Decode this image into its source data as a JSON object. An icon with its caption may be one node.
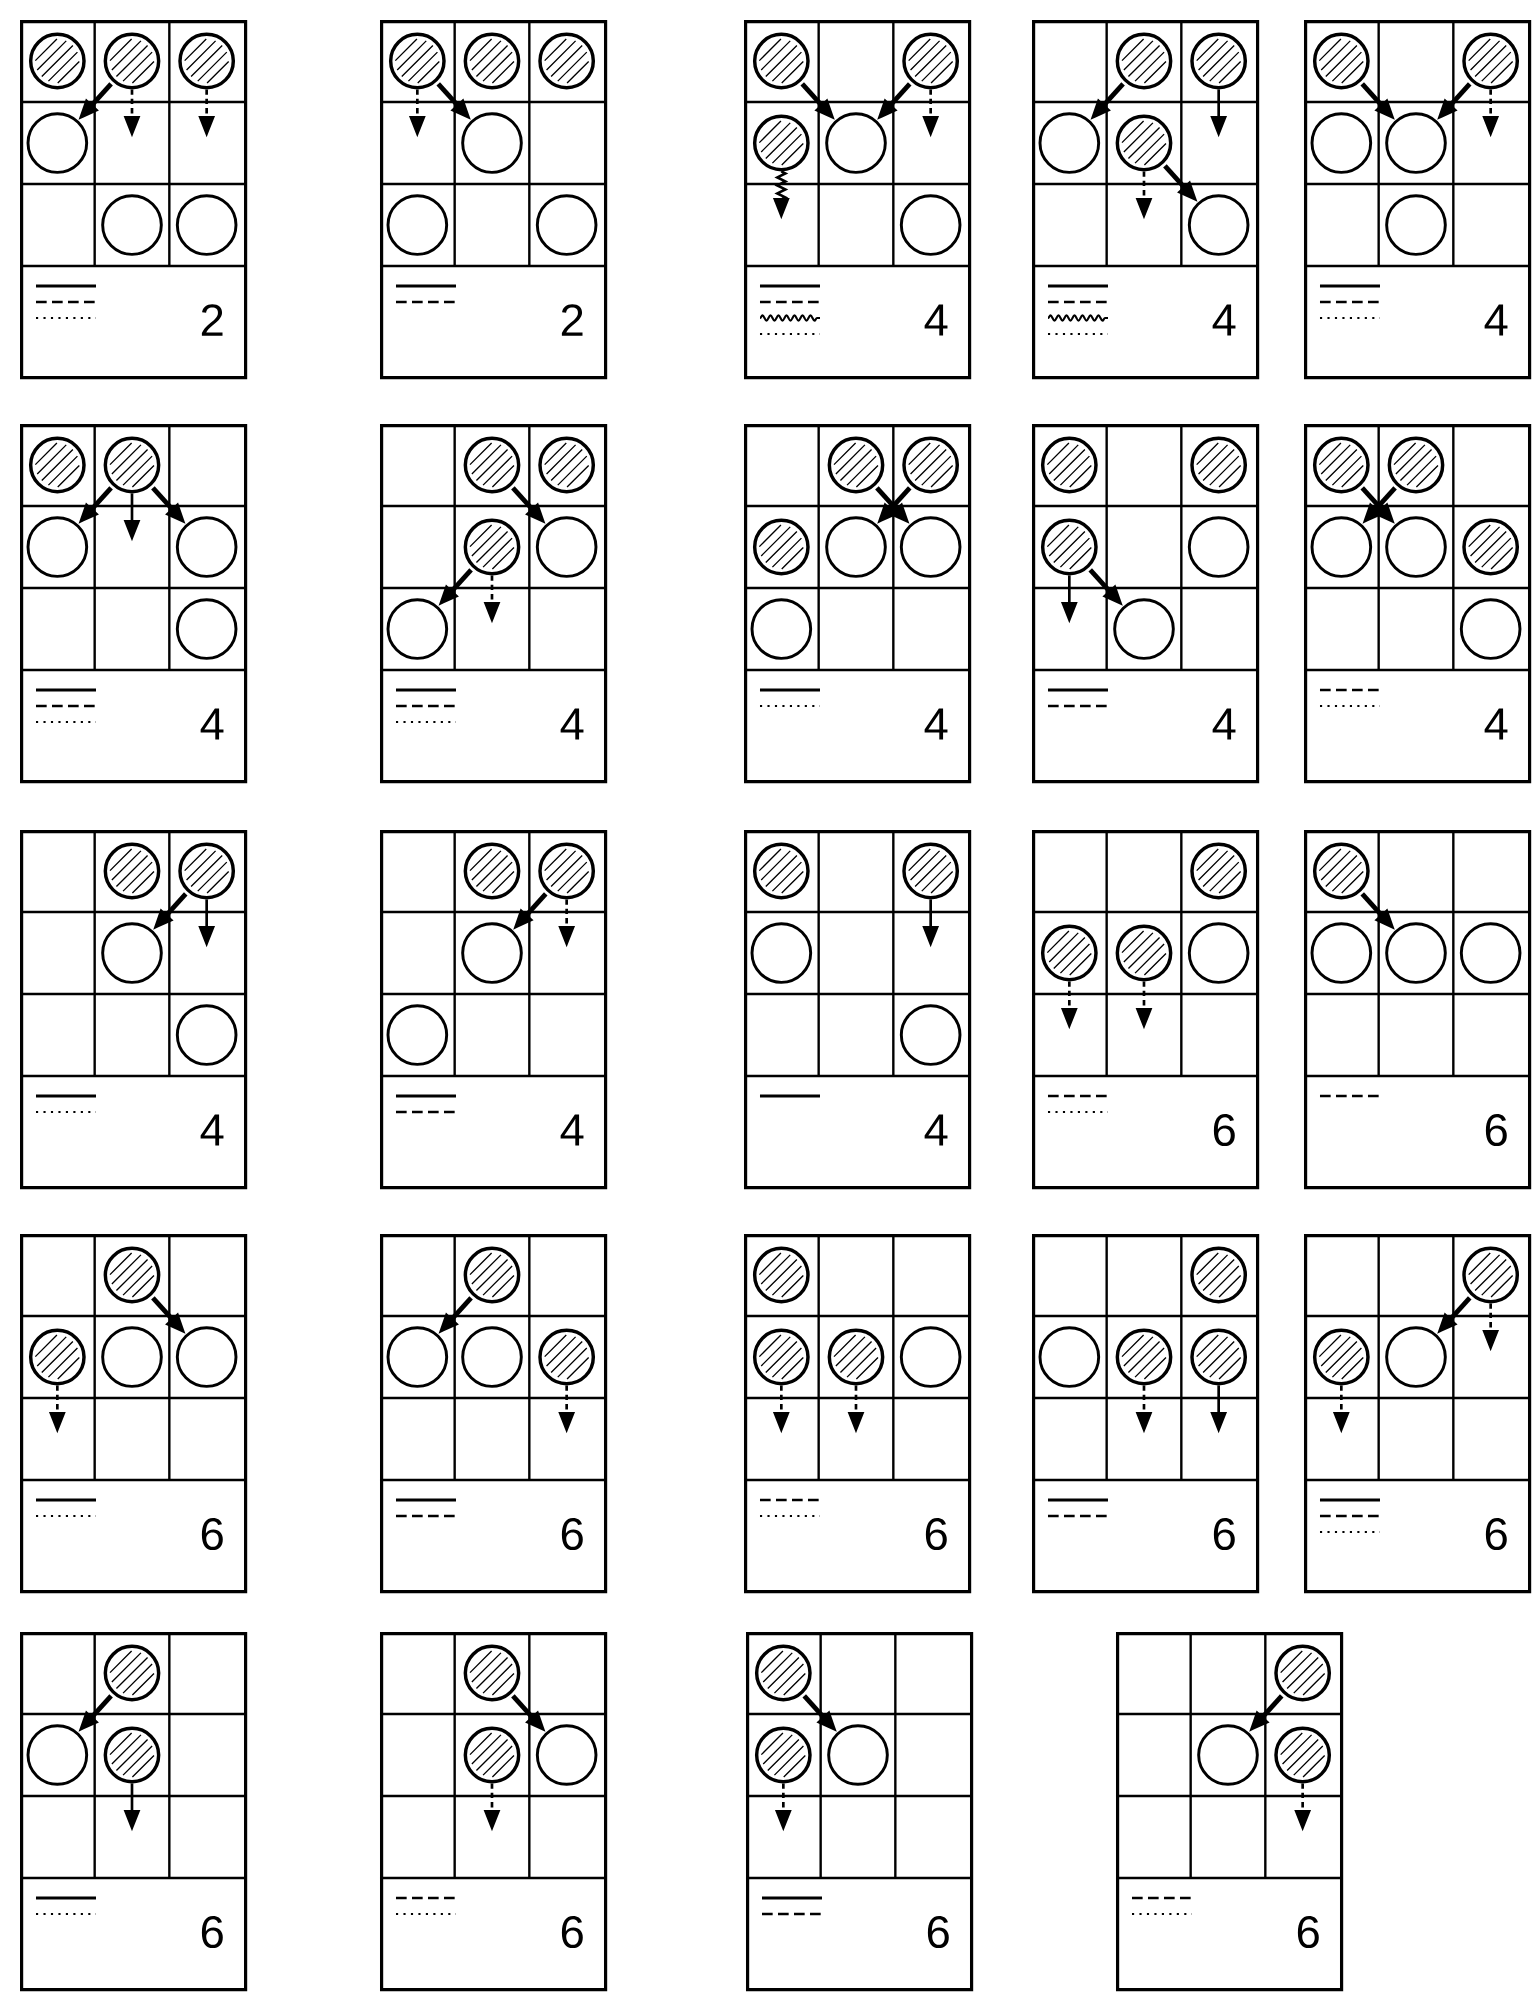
{
  "diagram": {
    "nodes": [
      {
        "text": [
          "2"
        ]
      },
      {
        "text": [],
        "shape": "circle",
        "in": 0
      },
      {
        "text": [],
        "shape": "circle",
        "in": 0
      },
      {
        "text": [],
        "shape": "circle",
        "in": 0
      },
      {
        "text": [],
        "shape": "circle",
        "in": 0
      },
      {
        "text": [],
        "shape": "circle",
        "in": 0
      },
      {
        "text": [],
        "shape": "circle",
        "in": 0
      },
      {
        "text": [
          "2"
        ]
      },
      {
        "text": [],
        "shape": "circle",
        "in": 7
      },
      {
        "text": [],
        "shape": "circle",
        "in": 7
      },
      {
        "text": [],
        "shape": "circle",
        "in": 7
      },
      {
        "text": [],
        "shape": "circle",
        "in": 7
      },
      {
        "text": [],
        "shape": "circle",
        "in": 7
      },
      {
        "text": [],
        "shape": "circle",
        "in": 7
      },
      {
        "text": [
          "4"
        ]
      },
      {
        "text": [],
        "shape": "circle",
        "in": 14
      },
      {
        "text": [],
        "shape": "circle",
        "in": 14
      },
      {
        "text": [],
        "shape": "circle",
        "in": 14
      },
      {
        "text": [],
        "shape": "circle",
        "in": 14
      },
      {
        "text": [],
        "shape": "circle",
        "in": 14
      },
      {
        "text": [
          "4"
        ]
      },
      {
        "text": [],
        "shape": "circle",
        "in": 20
      },
      {
        "text": [],
        "shape": "circle",
        "in": 20
      },
      {
        "text": [],
        "shape": "circle",
        "in": 20
      },
      {
        "text": [],
        "shape": "circle",
        "in": 20
      },
      {
        "text": [],
        "shape": "circle",
        "in": 20
      },
      {
        "text": [
          "4"
        ]
      },
      {
        "text": [],
        "shape": "circle",
        "in": 26
      },
      {
        "text": [],
        "shape": "circle",
        "in": 26
      },
      {
        "text": [],
        "shape": "circle",
        "in": 26
      },
      {
        "text": [],
        "shape": "circle",
        "in": 26
      },
      {
        "text": [],
        "shape": "circle",
        "in": 26
      },
      {
        "text": [
          "4"
        ]
      },
      {
        "text": [],
        "shape": "circle",
        "in": 32
      },
      {
        "text": [],
        "shape": "circle",
        "in": 32
      },
      {
        "text": [],
        "shape": "circle",
        "in": 32
      },
      {
        "text": [],
        "shape": "circle",
        "in": 32
      },
      {
        "text": [],
        "shape": "circle",
        "in": 32
      },
      {
        "text": [
          "4"
        ]
      },
      {
        "text": [],
        "shape": "circle",
        "in": 38
      },
      {
        "text": [],
        "shape": "circle",
        "in": 38
      },
      {
        "text": [],
        "shape": "circle",
        "in": 38
      },
      {
        "text": [],
        "shape": "circle",
        "in": 38
      },
      {
        "text": [],
        "shape": "circle",
        "in": 38
      },
      {
        "text": [
          "4"
        ]
      },
      {
        "text": [],
        "shape": "circle",
        "in": 44
      },
      {
        "text": [],
        "shape": "circle",
        "in": 44
      },
      {
        "text": [],
        "shape": "circle",
        "in": 44
      },
      {
        "text": [],
        "shape": "circle",
        "in": 44
      },
      {
        "text": [],
        "shape": "circle",
        "in": 44
      },
      {
        "text": [],
        "shape": "circle",
        "in": 44
      },
      {
        "text": [
          "4"
        ]
      },
      {
        "text": [],
        "shape": "circle",
        "in": 51
      },
      {
        "text": [],
        "shape": "circle",
        "in": 51
      },
      {
        "text": [],
        "shape": "circle",
        "in": 51
      },
      {
        "text": [],
        "shape": "circle",
        "in": 51
      },
      {
        "text": [],
        "shape": "circle",
        "in": 51
      },
      {
        "text": [
          "4"
        ]
      },
      {
        "text": [],
        "shape": "circle",
        "in": 57
      },
      {
        "text": [],
        "shape": "circle",
        "in": 57
      },
      {
        "text": [],
        "shape": "circle",
        "in": 57
      },
      {
        "text": [],
        "shape": "circle",
        "in": 57
      },
      {
        "text": [],
        "shape": "circle",
        "in": 57
      },
      {
        "text": [],
        "shape": "circle",
        "in": 57
      },
      {
        "text": [
          "4"
        ]
      },
      {
        "text": [],
        "shape": "circle",
        "in": 64
      },
      {
        "text": [],
        "shape": "circle",
        "in": 64
      },
      {
        "text": [],
        "shape": "circle",
        "in": 64
      },
      {
        "text": [],
        "shape": "circle",
        "in": 64
      },
      {
        "text": [
          "4"
        ]
      },
      {
        "text": [],
        "shape": "circle",
        "in": 69
      },
      {
        "text": [],
        "shape": "circle",
        "in": 69
      },
      {
        "text": [],
        "shape": "circle",
        "in": 69
      },
      {
        "text": [],
        "shape": "circle",
        "in": 69
      },
      {
        "text": [
          "4"
        ]
      },
      {
        "text": [],
        "shape": "circle",
        "in": 74
      },
      {
        "text": [],
        "shape": "circle",
        "in": 74
      },
      {
        "text": [],
        "shape": "circle",
        "in": 74
      },
      {
        "text": [],
        "shape": "circle",
        "in": 74
      },
      {
        "text": [
          "6"
        ]
      },
      {
        "text": [],
        "shape": "circle",
        "in": 79
      },
      {
        "text": [],
        "shape": "circle",
        "in": 79
      },
      {
        "text": [],
        "shape": "circle",
        "in": 79
      },
      {
        "text": [],
        "shape": "circle",
        "in": 79
      },
      {
        "text": [
          "6"
        ]
      },
      {
        "text": [],
        "shape": "circle",
        "in": 84
      },
      {
        "text": [],
        "shape": "circle",
        "in": 84
      },
      {
        "text": [],
        "shape": "circle",
        "in": 84
      },
      {
        "text": [],
        "shape": "circle",
        "in": 84
      },
      {
        "text": [
          "6"
        ]
      },
      {
        "text": [],
        "shape": "circle",
        "in": 89
      },
      {
        "text": [],
        "shape": "circle",
        "in": 89
      },
      {
        "text": [],
        "shape": "circle",
        "in": 89
      },
      {
        "text": [],
        "shape": "circle",
        "in": 89
      },
      {
        "text": [
          "6"
        ]
      },
      {
        "text": [],
        "shape": "circle",
        "in": 94
      },
      {
        "text": [],
        "shape": "circle",
        "in": 94
      },
      {
        "text": [],
        "shape": "circle",
        "in": 94
      },
      {
        "text": [],
        "shape": "circle",
        "in": 94
      },
      {
        "text": [
          "6"
        ]
      },
      {
        "text": [],
        "shape": "circle",
        "in": 99
      },
      {
        "text": [],
        "shape": "circle",
        "in": 99
      },
      {
        "text": [],
        "shape": "circle",
        "in": 99
      },
      {
        "text": [],
        "shape": "circle",
        "in": 99
      },
      {
        "text": [
          "6"
        ]
      },
      {
        "text": [],
        "shape": "circle",
        "in": 104
      },
      {
        "text": [],
        "shape": "circle",
        "in": 104
      },
      {
        "text": [],
        "shape": "circle",
        "in": 104
      },
      {
        "text": [],
        "shape": "circle",
        "in": 104
      },
      {
        "text": [
          "6"
        ]
      },
      {
        "text": [],
        "shape": "circle",
        "in": 109
      },
      {
        "text": [],
        "shape": "circle",
        "in": 109
      },
      {
        "text": [],
        "shape": "circle",
        "in": 109
      },
      {
        "text": [
          "6"
        ]
      },
      {
        "text": [],
        "shape": "circle",
        "in": 113
      },
      {
        "text": [],
        "shape": "circle",
        "in": 113
      },
      {
        "text": [],
        "shape": "circle",
        "in": 113
      },
      {
        "text": [
          "6"
        ]
      },
      {
        "text": [],
        "shape": "circle",
        "in": 117
      },
      {
        "text": [],
        "shape": "circle",
        "in": 117
      },
      {
        "text": [],
        "shape": "circle",
        "in": 117
      },
      {
        "text": [
          "6"
        ]
      },
      {
        "text": [],
        "shape": "circle",
        "in": 121
      },
      {
        "text": [],
        "shape": "circle",
        "in": 121
      },
      {
        "text": [],
        "shape": "circle",
        "in": 121
      },
      {
        "text": [
          "6"
        ]
      },
      {
        "text": [],
        "shape": "circle",
        "in": 125
      },
      {
        "text": [],
        "shape": "circle",
        "in": 125
      },
      {
        "text": [],
        "shape": "circle",
        "in": 125
      }
    ],
    "edges": [
      {
        "from": 2,
        "to": 4,
        "arrow": "to"
      },
      {
        "from": 2,
        "to": null,
        "arrow": "to",
        "style": "dashed"
      },
      {
        "from": 3,
        "to": null,
        "arrow": "to",
        "style": "dashed"
      },
      {
        "from": 8,
        "to": 11,
        "arrow": "to"
      },
      {
        "from": 8,
        "to": null,
        "arrow": "to",
        "style": "dashed"
      },
      {
        "from": 15,
        "to": 18,
        "arrow": "to"
      },
      {
        "from": 16,
        "to": 18,
        "arrow": "to"
      },
      {
        "from": 16,
        "to": null,
        "arrow": "to",
        "style": "dashed"
      },
      {
        "from": 17,
        "to": null,
        "arrow": "to"
      },
      {
        "from": 21,
        "to": 23,
        "arrow": "to"
      },
      {
        "from": 24,
        "to": 25,
        "arrow": "to"
      },
      {
        "from": 22,
        "to": null,
        "arrow": "to"
      },
      {
        "from": 24,
        "to": null,
        "arrow": "to",
        "style": "dashed"
      },
      {
        "from": 27,
        "to": 30,
        "arrow": "to"
      },
      {
        "from": 28,
        "to": 30,
        "arrow": "to"
      },
      {
        "from": 28,
        "to": null,
        "arrow": "to",
        "style": "dashed"
      },
      {
        "from": 34,
        "to": 35,
        "arrow": "to"
      },
      {
        "from": 34,
        "to": 36,
        "arrow": "to"
      },
      {
        "from": 34,
        "to": null,
        "arrow": "to"
      },
      {
        "from": 39,
        "to": 42,
        "arrow": "to"
      },
      {
        "from": 41,
        "to": 43,
        "arrow": "to"
      },
      {
        "from": 41,
        "to": null,
        "arrow": "to",
        "style": "dashed"
      },
      {
        "from": 46,
        "to": 48,
        "arrow": "to"
      },
      {
        "from": 45,
        "to": 49,
        "arrow": "to"
      },
      {
        "from": 54,
        "to": 56,
        "arrow": "to"
      },
      {
        "from": 54,
        "to": null,
        "arrow": "to"
      },
      {
        "from": 59,
        "to": 60,
        "arrow": "to"
      },
      {
        "from": 58,
        "to": 61,
        "arrow": "to"
      },
      {
        "from": 66,
        "to": 67,
        "arrow": "to"
      },
      {
        "from": 66,
        "to": null,
        "arrow": "to"
      },
      {
        "from": 71,
        "to": 72,
        "arrow": "to"
      },
      {
        "from": 71,
        "to": null,
        "arrow": "to",
        "style": "dashed"
      },
      {
        "from": 76,
        "to": null,
        "arrow": "to"
      },
      {
        "from": 81,
        "to": null,
        "arrow": "to",
        "style": "dashed"
      },
      {
        "from": 82,
        "to": null,
        "arrow": "to",
        "style": "dashed"
      },
      {
        "from": 85,
        "to": 87,
        "arrow": "to"
      },
      {
        "from": 90,
        "to": 93,
        "arrow": "to"
      },
      {
        "from": 91,
        "to": null,
        "arrow": "to",
        "style": "dashed"
      },
      {
        "from": 95,
        "to": 96,
        "arrow": "to"
      },
      {
        "from": 98,
        "to": null,
        "arrow": "to",
        "style": "dashed"
      },
      {
        "from": 101,
        "to": null,
        "arrow": "to",
        "style": "dashed"
      },
      {
        "from": 102,
        "to": null,
        "arrow": "to",
        "style": "dashed"
      },
      {
        "from": 107,
        "to": null,
        "arrow": "to",
        "style": "dashed"
      },
      {
        "from": 108,
        "to": null,
        "arrow": "to"
      },
      {
        "from": 110,
        "to": 112,
        "arrow": "to"
      },
      {
        "from": 110,
        "to": null,
        "arrow": "to",
        "style": "dashed"
      },
      {
        "from": 111,
        "to": null,
        "arrow": "to",
        "style": "dashed"
      },
      {
        "from": 114,
        "to": 115,
        "arrow": "to"
      },
      {
        "from": 116,
        "to": null,
        "arrow": "to"
      },
      {
        "from": 118,
        "to": 120,
        "arrow": "to"
      },
      {
        "from": 119,
        "to": null,
        "arrow": "to",
        "style": "dashed"
      },
      {
        "from": 122,
        "to": 124,
        "arrow": "to"
      },
      {
        "from": 123,
        "to": null,
        "arrow": "to",
        "style": "dashed"
      },
      {
        "from": 126,
        "to": 127,
        "arrow": "to"
      },
      {
        "from": 128,
        "to": null,
        "arrow": "to",
        "style": "dashed"
      }
    ]
  }
}
